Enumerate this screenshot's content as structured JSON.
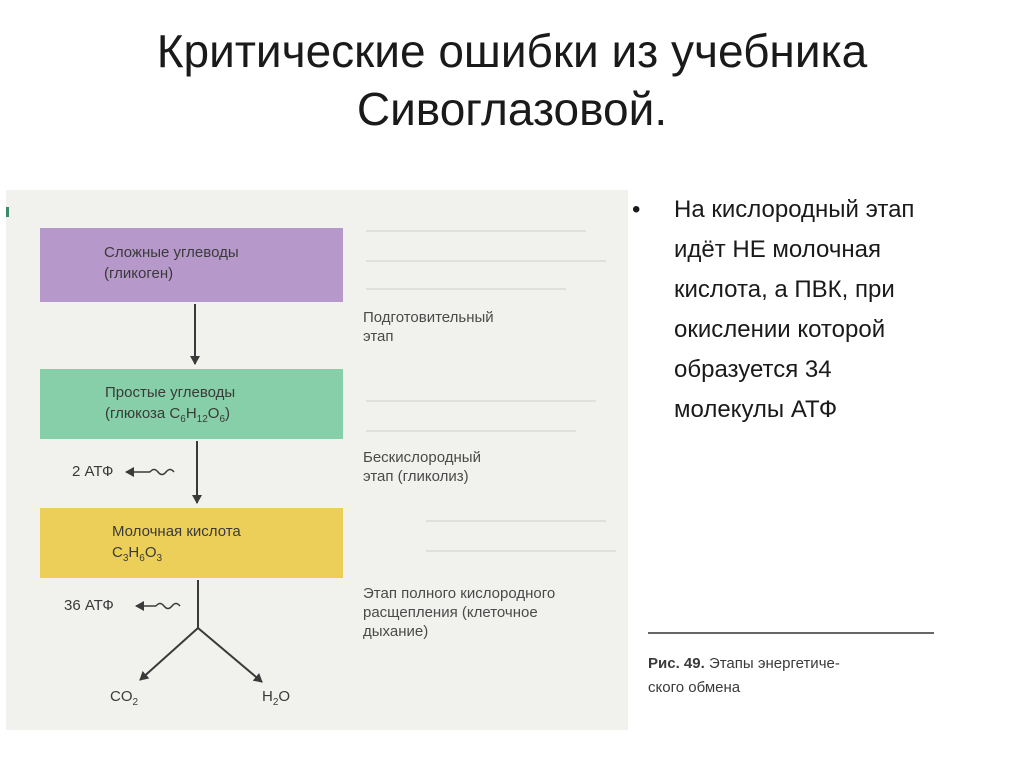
{
  "title": {
    "line1": "Критические ошибки из учебника",
    "line2": "Сивоглазовой."
  },
  "diagram": {
    "boxes": {
      "complex": {
        "line1": "Сложные углеводы",
        "line2": "(гликоген)",
        "color": "#b798ca"
      },
      "simple": {
        "line1": "Простые углеводы",
        "line2_prefix": "(глюкоза C",
        "line2_sub1": "6",
        "line2_mid1": "H",
        "line2_sub2": "12",
        "line2_mid2": "O",
        "line2_sub3": "6",
        "line2_suffix": ")",
        "color": "#86cfa8"
      },
      "lactic": {
        "line1": "Молочная кислота",
        "f_c": "C",
        "f_c_sub": "3",
        "f_h": "H",
        "f_h_sub": "6",
        "f_o": "O",
        "f_o_sub": "3",
        "color": "#eccf58"
      }
    },
    "stages": {
      "prep": {
        "line1": "Подготовительный",
        "line2": "этап"
      },
      "anaerobic": {
        "line1": "Бескислородный",
        "line2": "этап (гликолиз)"
      },
      "aerobic": {
        "line1": "Этап полного кислородного",
        "line2": "расщепления (клеточное",
        "line3": "дыхание)"
      }
    },
    "atp": {
      "glycolysis": "2 АТФ",
      "aerobic": "36 АТФ"
    },
    "products": {
      "co2": {
        "base": "CO",
        "sub": "2"
      },
      "h2o": {
        "base1": "H",
        "sub": "2",
        "base2": "O"
      }
    },
    "caption": {
      "label": "Рис. 49.",
      "text1": "Этапы энергетиче-",
      "text2": "ского обмена"
    }
  },
  "bullet": {
    "lines": [
      "На кислородный этап",
      "идёт НЕ молочная",
      "кислота, а ПВК, при",
      "окислении которой",
      "образуется 34",
      "молекулы АТФ"
    ]
  }
}
